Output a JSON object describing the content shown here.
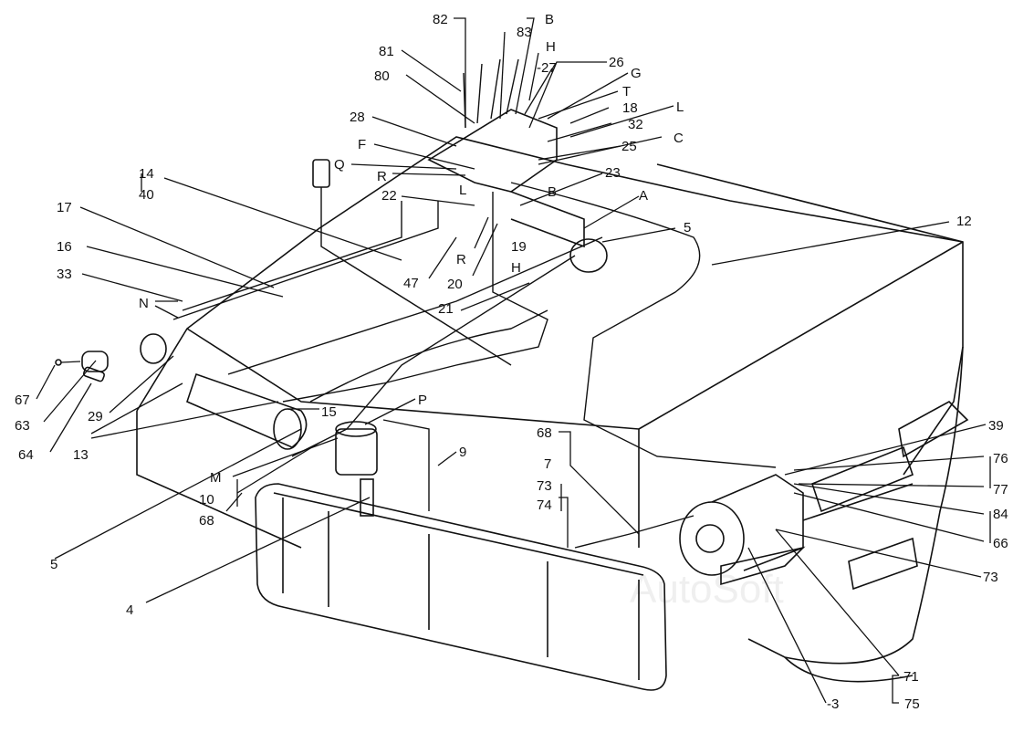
{
  "diagram": {
    "watermark": "AutoSoft",
    "labels": [
      {
        "id": "82",
        "text": "82"
      },
      {
        "id": "B1",
        "text": "B"
      },
      {
        "id": "83",
        "text": "83"
      },
      {
        "id": "H1",
        "text": "H"
      },
      {
        "id": "81",
        "text": "81"
      },
      {
        "id": "27",
        "text": "-27"
      },
      {
        "id": "26",
        "text": "26"
      },
      {
        "id": "G",
        "text": "G"
      },
      {
        "id": "80",
        "text": "80"
      },
      {
        "id": "T",
        "text": "T"
      },
      {
        "id": "18",
        "text": "18"
      },
      {
        "id": "L1",
        "text": "L"
      },
      {
        "id": "28",
        "text": "28"
      },
      {
        "id": "32",
        "text": "32"
      },
      {
        "id": "C",
        "text": "C"
      },
      {
        "id": "F",
        "text": "F"
      },
      {
        "id": "25",
        "text": "25"
      },
      {
        "id": "Q",
        "text": "Q"
      },
      {
        "id": "R1",
        "text": "R"
      },
      {
        "id": "23",
        "text": "23"
      },
      {
        "id": "14",
        "text": "14"
      },
      {
        "id": "L2",
        "text": "L"
      },
      {
        "id": "40",
        "text": "40"
      },
      {
        "id": "22",
        "text": "22"
      },
      {
        "id": "B2",
        "text": "B"
      },
      {
        "id": "A",
        "text": "A"
      },
      {
        "id": "17",
        "text": "17"
      },
      {
        "id": "12",
        "text": "12"
      },
      {
        "id": "5a",
        "text": "5"
      },
      {
        "id": "19",
        "text": "19"
      },
      {
        "id": "R2",
        "text": "R"
      },
      {
        "id": "16",
        "text": "16"
      },
      {
        "id": "H2",
        "text": "H"
      },
      {
        "id": "33",
        "text": "33"
      },
      {
        "id": "47",
        "text": "47"
      },
      {
        "id": "20",
        "text": "20"
      },
      {
        "id": "N",
        "text": "N"
      },
      {
        "id": "21",
        "text": "21"
      },
      {
        "id": "67",
        "text": "67"
      },
      {
        "id": "63",
        "text": "63"
      },
      {
        "id": "29",
        "text": "29"
      },
      {
        "id": "P",
        "text": "P"
      },
      {
        "id": "64",
        "text": "64"
      },
      {
        "id": "15",
        "text": "15"
      },
      {
        "id": "13",
        "text": "13"
      },
      {
        "id": "9",
        "text": "9"
      },
      {
        "id": "68a",
        "text": "68"
      },
      {
        "id": "39",
        "text": "39"
      },
      {
        "id": "7",
        "text": "7"
      },
      {
        "id": "76",
        "text": "76"
      },
      {
        "id": "M",
        "text": "M"
      },
      {
        "id": "73a",
        "text": "73"
      },
      {
        "id": "77",
        "text": "77"
      },
      {
        "id": "10",
        "text": "10"
      },
      {
        "id": "74",
        "text": "74"
      },
      {
        "id": "84",
        "text": "84"
      },
      {
        "id": "68b",
        "text": "68"
      },
      {
        "id": "66",
        "text": "66"
      },
      {
        "id": "5b",
        "text": "5"
      },
      {
        "id": "73b",
        "text": "73"
      },
      {
        "id": "4",
        "text": "4"
      },
      {
        "id": "71",
        "text": "-71"
      },
      {
        "id": "3",
        "text": "-3"
      },
      {
        "id": "75",
        "text": "75"
      }
    ]
  }
}
